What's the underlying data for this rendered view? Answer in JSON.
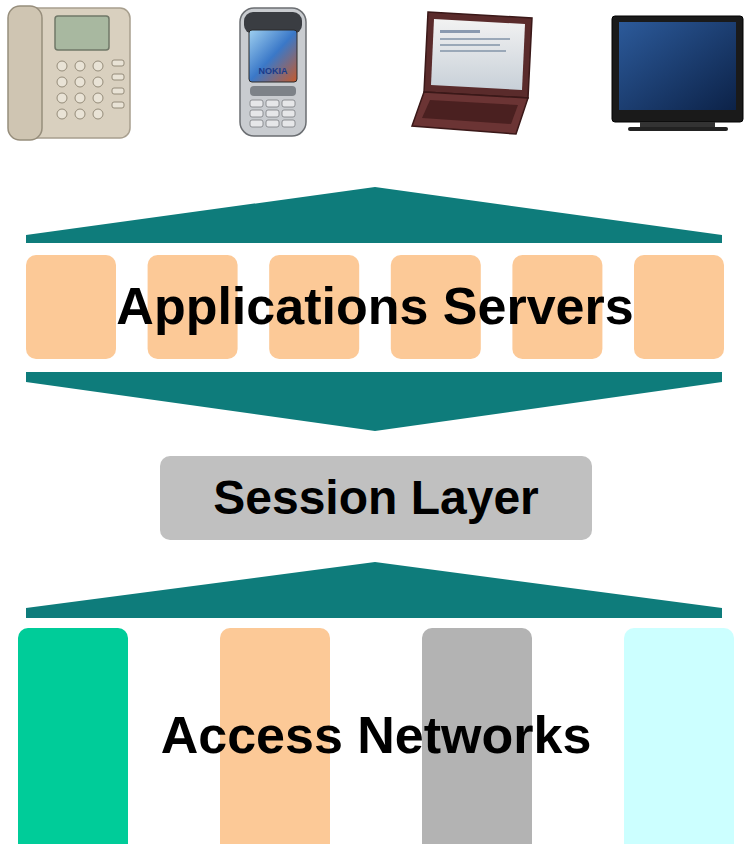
{
  "diagram": {
    "nodes": [
      {
        "text": [
          "Applications Servers"
        ]
      },
      {
        "text": [
          "Session Layer"
        ]
      },
      {
        "text": [
          "Access Networks"
        ]
      }
    ],
    "edges": [
      {
        "from": 0,
        "to": 1,
        "arrow": "to"
      },
      {
        "from": 2,
        "to": 1,
        "arrow": "to"
      }
    ],
    "labels": [
      "NOKIA"
    ]
  }
}
